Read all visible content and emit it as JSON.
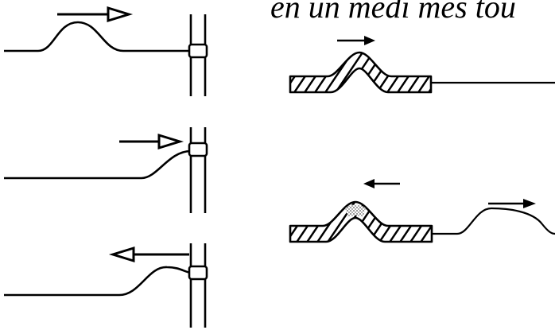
{
  "caption": {
    "text": "en un medi més tou"
  },
  "colors": {
    "ink": "#000000",
    "paper": "#ffffff",
    "stipple": "#9a9a9a"
  },
  "panels": {
    "left": [
      {
        "step": 1,
        "pulse_direction": "right",
        "pulse_state": "approaching the fixed end"
      },
      {
        "step": 2,
        "pulse_direction": "right",
        "pulse_state": "arriving at the fixed end"
      },
      {
        "step": 3,
        "pulse_direction": "left",
        "pulse_state": "reflected"
      }
    ],
    "right": [
      {
        "step": 1,
        "pulse_direction": "right",
        "pulse_state": "travelling in the hatched section"
      },
      {
        "step": 2,
        "pulse_direction": "left",
        "pulse_state": "reflected in the hatched section",
        "transmitted_pulse_direction": "right"
      }
    ]
  }
}
